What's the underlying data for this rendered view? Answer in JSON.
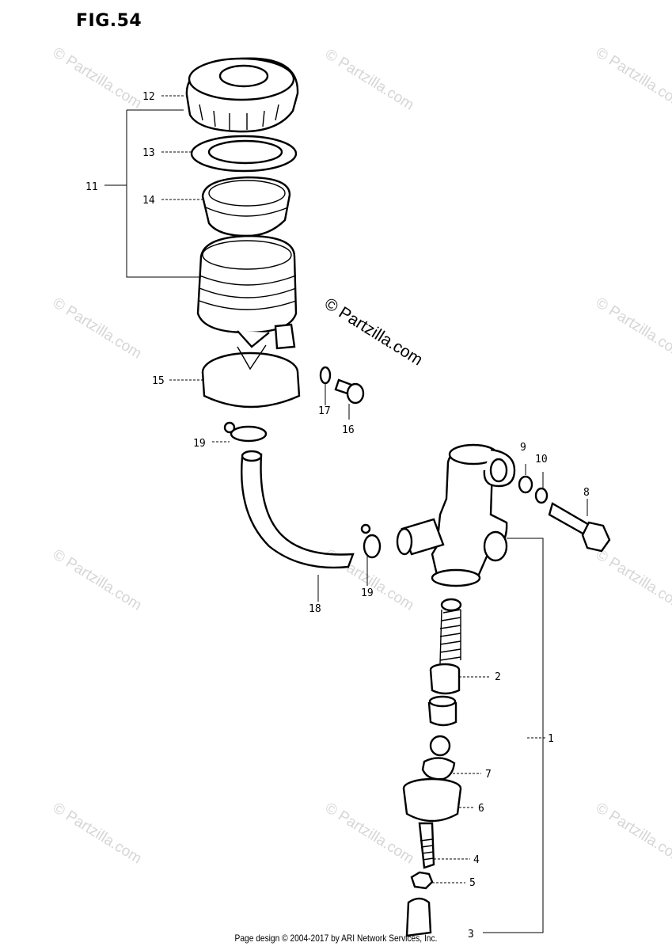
{
  "figure_label": "FIG.54",
  "watermark": "© Partzilla.com",
  "footer_text": "Page design © 2004-2017 by ARI Network Services, Inc.",
  "callouts": [
    "1",
    "2",
    "3",
    "4",
    "5",
    "6",
    "7",
    "8",
    "9",
    "10",
    "11",
    "12",
    "13",
    "14",
    "15",
    "16",
    "17",
    "18",
    "19",
    "19"
  ]
}
